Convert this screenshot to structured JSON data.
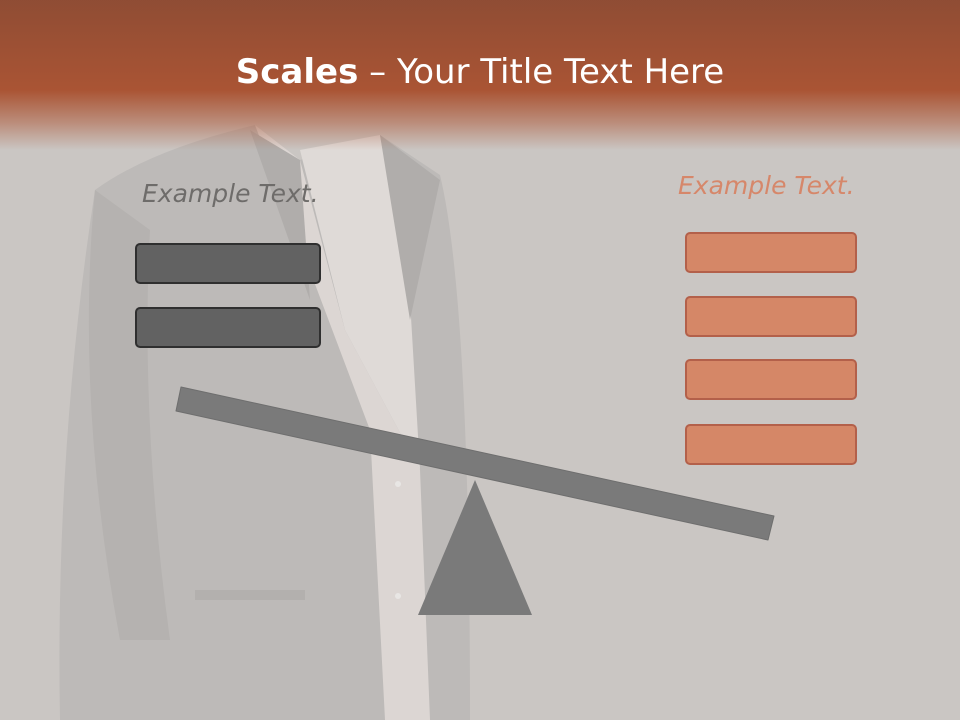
{
  "slide": {
    "title_bold": "Scales",
    "title_rest": " – Your Title Text Here",
    "left_label": "Example Text.",
    "right_label": "Example Text.",
    "left_bars": 2,
    "right_bars": 4
  },
  "colors": {
    "title_band": "#a84e2c",
    "left_bar_fill": "#626262",
    "right_bar_fill": "#d58767",
    "beam": "#7a7a7a",
    "fulcrum": "#7a7a7a",
    "background": "#cac6c3"
  },
  "icons": {
    "background": "businessman-photo",
    "beam": "scale-beam",
    "fulcrum": "triangle-fulcrum"
  }
}
